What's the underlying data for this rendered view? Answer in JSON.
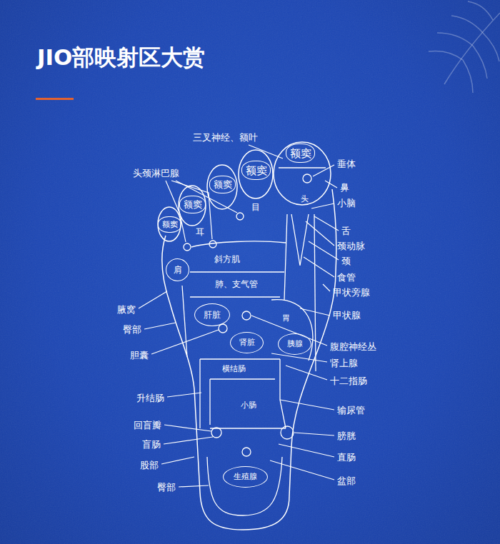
{
  "diagram": {
    "title": "JIO部映射区大赏",
    "nodes": [
      {
        "text": [
          "额窦"
        ]
      },
      {
        "text": [
          "额窦"
        ]
      },
      {
        "text": [
          "额窦"
        ]
      },
      {
        "text": [
          "额窦"
        ]
      },
      {
        "text": [
          "额窦"
        ]
      },
      {
        "text": [
          "头"
        ]
      },
      {
        "text": [
          "目"
        ]
      },
      {
        "text": [
          "耳"
        ]
      },
      {
        "text": [
          "斜方肌"
        ]
      },
      {
        "text": [
          "肩"
        ]
      },
      {
        "text": [
          "肺、支气管"
        ]
      },
      {
        "text": [
          "肝脏"
        ]
      },
      {
        "text": [
          "胃"
        ]
      },
      {
        "text": [
          "肾脏"
        ]
      },
      {
        "text": [
          "胰腺"
        ]
      },
      {
        "text": [
          "横结肠"
        ]
      },
      {
        "text": [
          "小肠"
        ]
      },
      {
        "text": [
          "生殖腺"
        ]
      }
    ],
    "labels": [
      "三叉神经、额叶",
      "垂体",
      "头颈淋巴腺",
      "鼻",
      "小脑",
      "舌",
      "颈动脉",
      "颈",
      "食管",
      "甲状旁腺",
      "腋窝",
      "甲状腺",
      "臀部",
      "胆囊",
      "腹腔神经丛",
      "肾上腺",
      "十二指肠",
      "升结肠",
      "输尿管",
      "回盲瓣",
      "膀胱",
      "盲肠",
      "直肠",
      "股部",
      "盆部",
      "臀部"
    ]
  }
}
